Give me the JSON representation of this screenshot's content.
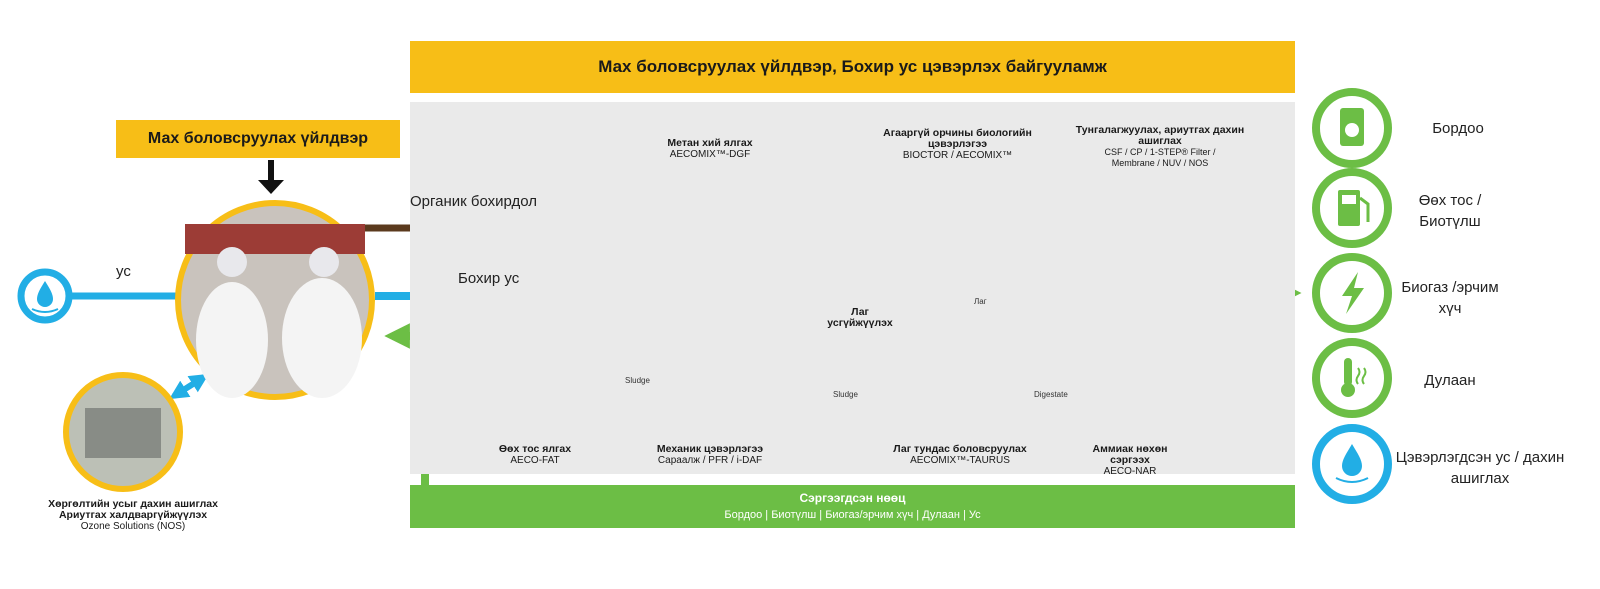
{
  "banner": {
    "title": "Мах боловсруулах үйлдвэр, Бохир ус цэвэрлэх байгууламж"
  },
  "plant": {
    "title": "Мах боловсруулах үйлдвэр"
  },
  "flows": {
    "water": "ус",
    "organic": "Органик бохирдол",
    "wastewater": "Бохир ус",
    "sludge_left": "Sludge",
    "sludge_mid": "Sludge",
    "lag": "Лаг",
    "digestate": "Digestate"
  },
  "nodes": {
    "methane": {
      "title": "Метан хий ялгах",
      "sub": "AECOMIX™-DGF"
    },
    "anaerobic": {
      "title1": "Агааргүй орчины биологийн",
      "title2": "цэвэрлэгээ",
      "sub": "BIOCTOR / AECOMIX™"
    },
    "clarify": {
      "title1": "Тунгалагжуулах, ариутгах дахин",
      "title2": "ашиглах",
      "sub1": "CSF / CP / 1-STEP® Filter /",
      "sub2": "Membrane / NUV / NOS"
    },
    "sludge_dewater": {
      "line1": "Лаг",
      "line2": "усгүйжүүлэх"
    },
    "fat": {
      "title": "Өөх тос ялгах",
      "sub": "AECO-FAT"
    },
    "mechanical": {
      "title": "Механик цэвэрлэгээ",
      "sub": "Сараалж / PFR / i-DAF"
    },
    "sludge_treat": {
      "title": "Лаг тундас боловсруулах",
      "sub": "AECOMIX™-TAURUS"
    },
    "ammonia": {
      "title1": "Аммиак нөхөн",
      "title2": "сэргээх",
      "sub": "AECO-NAR"
    },
    "cooling": {
      "title1": "Хөргөлтийн усыг дахин ашиглах",
      "title2": "Ариутгах халдваргүйжүүлэх",
      "sub": "Ozone Solutions (NOS)"
    }
  },
  "recovered": {
    "title": "Сэргээгдсэн нөөц",
    "items": "Бордоо | Биотүлш | Биогаз/эрчим хүч | Дулаан | Ус"
  },
  "outputs": [
    {
      "label": "Бордоо",
      "icon": "fertilizer-bag-icon"
    },
    {
      "label": "Өөх тос / Биотүлш",
      "icon": "fuel-pump-icon"
    },
    {
      "label": "Биогаз /эрчим хүч",
      "icon": "lightning-bolt-icon"
    },
    {
      "label": "Дулаан",
      "icon": "thermometer-icon"
    },
    {
      "label": "Цэвэрлэгдсэн ус / дахин ашиглах",
      "icon": "water-drop-icon"
    }
  ],
  "colors": {
    "yellow": "#f7be17",
    "blue": "#22aee5",
    "brown": "#5b3a1e",
    "green": "#6cbe45",
    "panel": "#eaeaea"
  }
}
